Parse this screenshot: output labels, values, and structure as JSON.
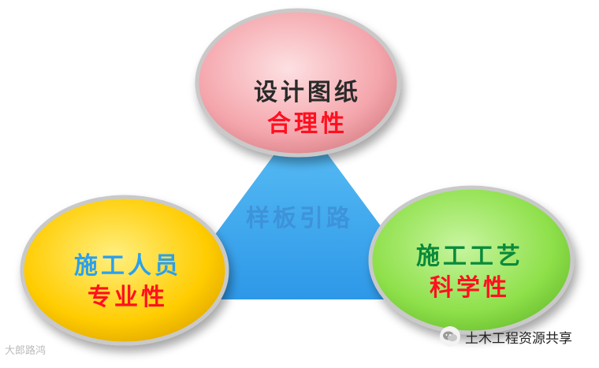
{
  "diagram": {
    "center_label": "样板引路",
    "nodes": [
      {
        "id": "top",
        "line1": "设计图纸",
        "line2": "合理性",
        "color": "#f4a6ac"
      },
      {
        "id": "left",
        "line1": "施工人员",
        "line2": "专业性",
        "color": "#ffcc00"
      },
      {
        "id": "right",
        "line1": "施工工艺",
        "line2": "科学性",
        "color": "#8ee04a"
      }
    ],
    "triangle_color": "#36a8f0"
  },
  "watermarks": {
    "left": "大郎路鸿",
    "right": "土木工程资源共享"
  }
}
